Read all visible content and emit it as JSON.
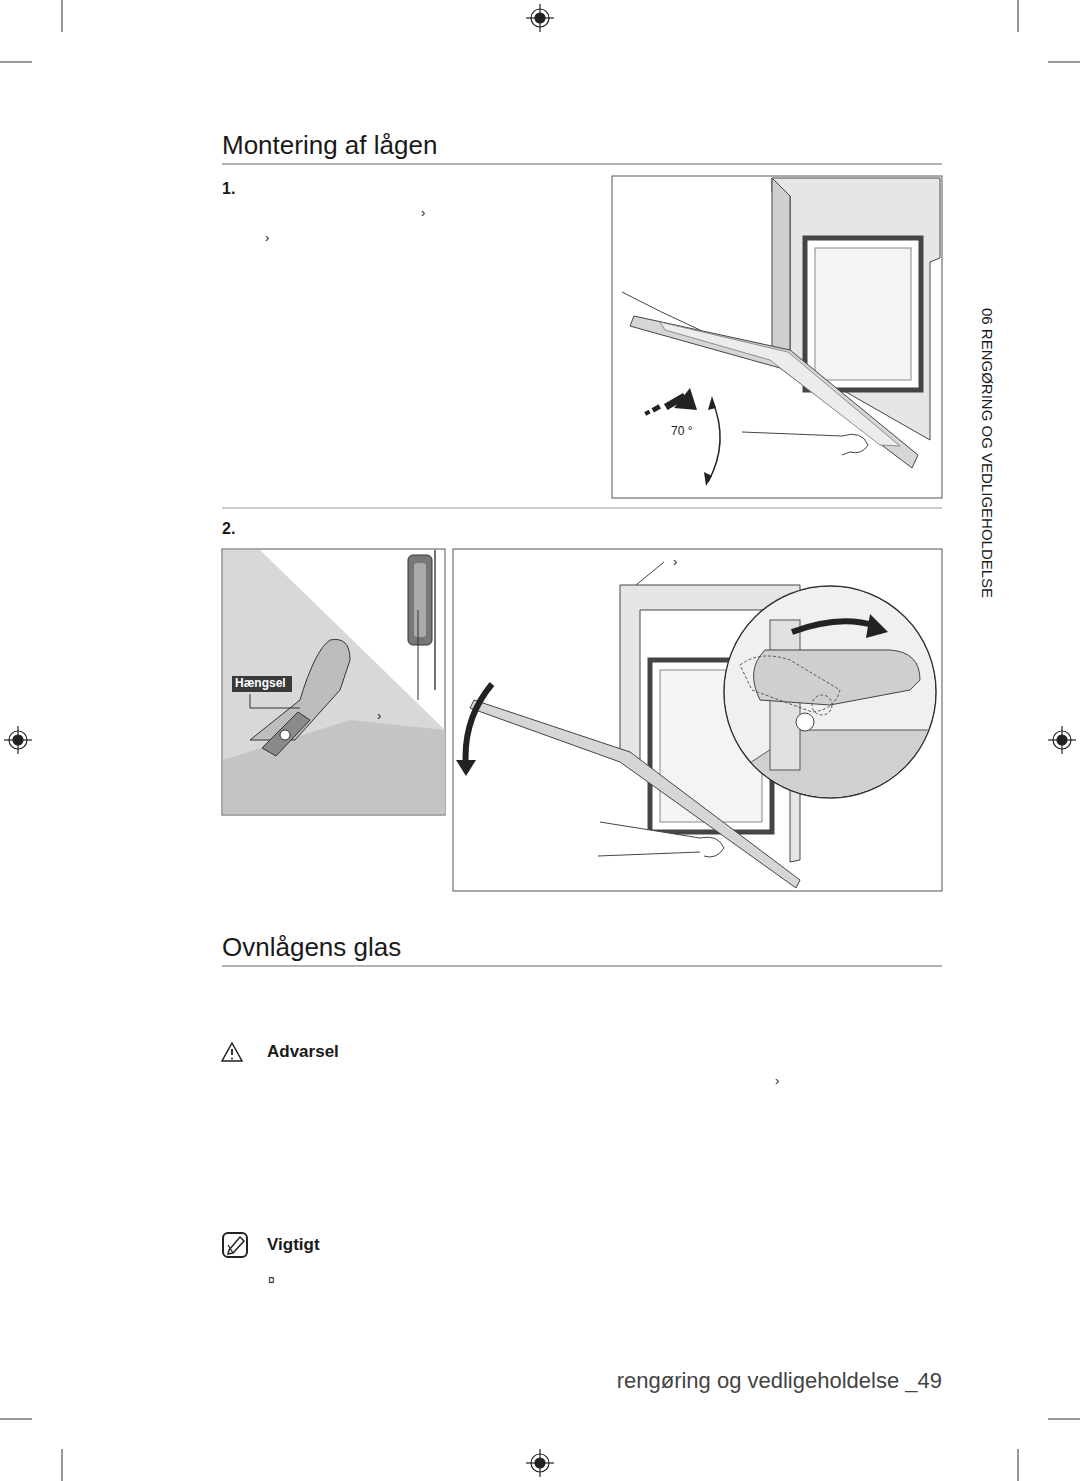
{
  "diagram": {
    "title": "Montering af lågen",
    "nodes": [
      {
        "text": [
          "Hængsel"
        ]
      }
    ],
    "labels": [
      "1.",
      "›",
      "›",
      "70 °",
      "06 RENGØRING OG VEDLIGEHOLDELSE",
      "2.",
      "›",
      "›",
      "Ovnlågens glas",
      "Advarsel",
      "›",
      "Vigtigt",
      "¤",
      "rengøring og vedligeholdelse _49"
    ]
  }
}
